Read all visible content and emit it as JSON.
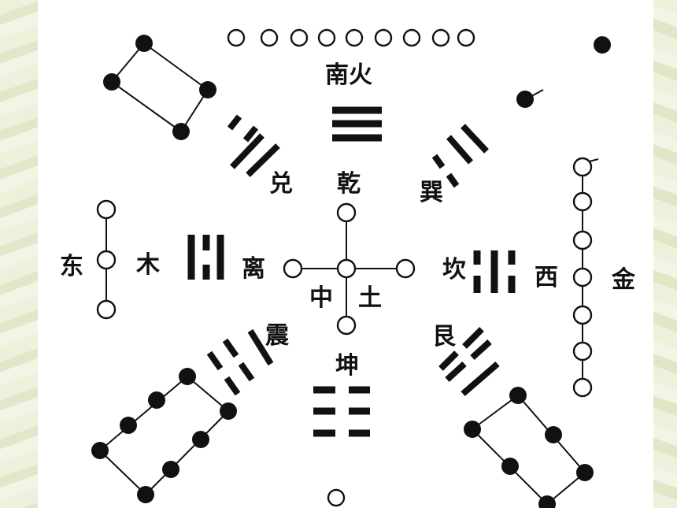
{
  "labels": {
    "south_fire": "南火",
    "qian": "乾",
    "dui": "兑",
    "xun": "巽",
    "east": "东",
    "wood": "木",
    "li": "离",
    "kan": "坎",
    "west": "西",
    "metal": "金",
    "center": "中",
    "earth": "土",
    "zhen": "震",
    "gen": "艮",
    "kun": "坤"
  },
  "colors": {
    "ink": "#111111",
    "paper": "#ffffff",
    "border": "#e6ead0"
  }
}
